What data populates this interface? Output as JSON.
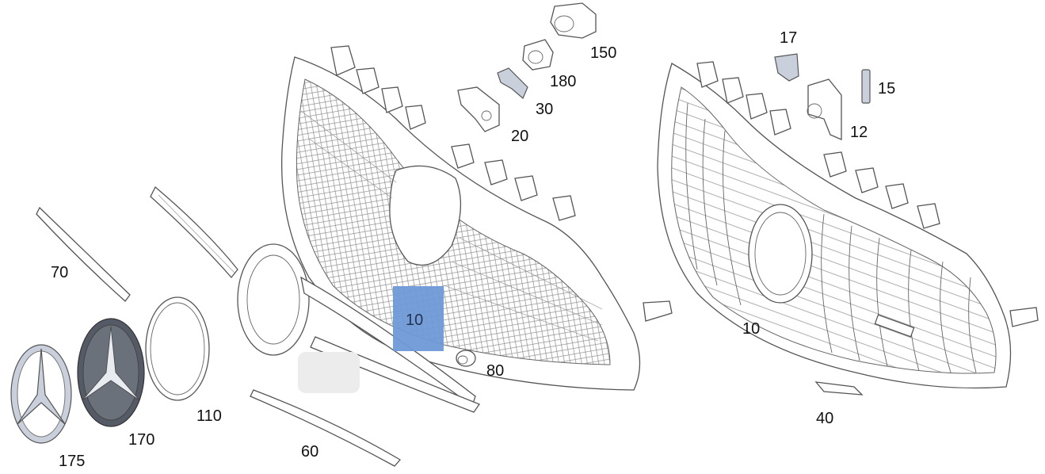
{
  "diagram": {
    "labels": {
      "p150": "150",
      "p180": "180",
      "p30": "30",
      "p20": "20",
      "p17": "17",
      "p15": "15",
      "p12": "12",
      "p70": "70",
      "p10_highlight": "10",
      "p80": "80",
      "p10_right": "10",
      "p175": "175",
      "p170": "170",
      "p110": "110",
      "p60": "60",
      "p40": "40"
    },
    "colors": {
      "highlight": "#6f9ad8",
      "line": "#555555",
      "star_dark": "#555b66",
      "star_silver": "#c9d0db"
    }
  }
}
